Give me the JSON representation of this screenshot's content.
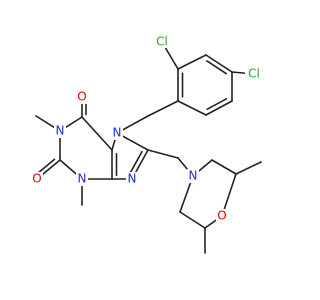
{
  "colors": {
    "bond": "#222222",
    "carbon_hydrogen": "#222222",
    "nitrogen": "#1f2fd4",
    "oxygen": "#e00000",
    "chlorine": "#2fa82f",
    "background": "#ffffff"
  },
  "atom_labels": {
    "cl_top": "Cl",
    "cl_right": "Cl",
    "o_top": "O",
    "o_left": "O",
    "o_morpholine": "O",
    "n_7": "N",
    "n_1": "N",
    "n_3": "N",
    "n_9": "N",
    "n_morpholine": "N"
  }
}
